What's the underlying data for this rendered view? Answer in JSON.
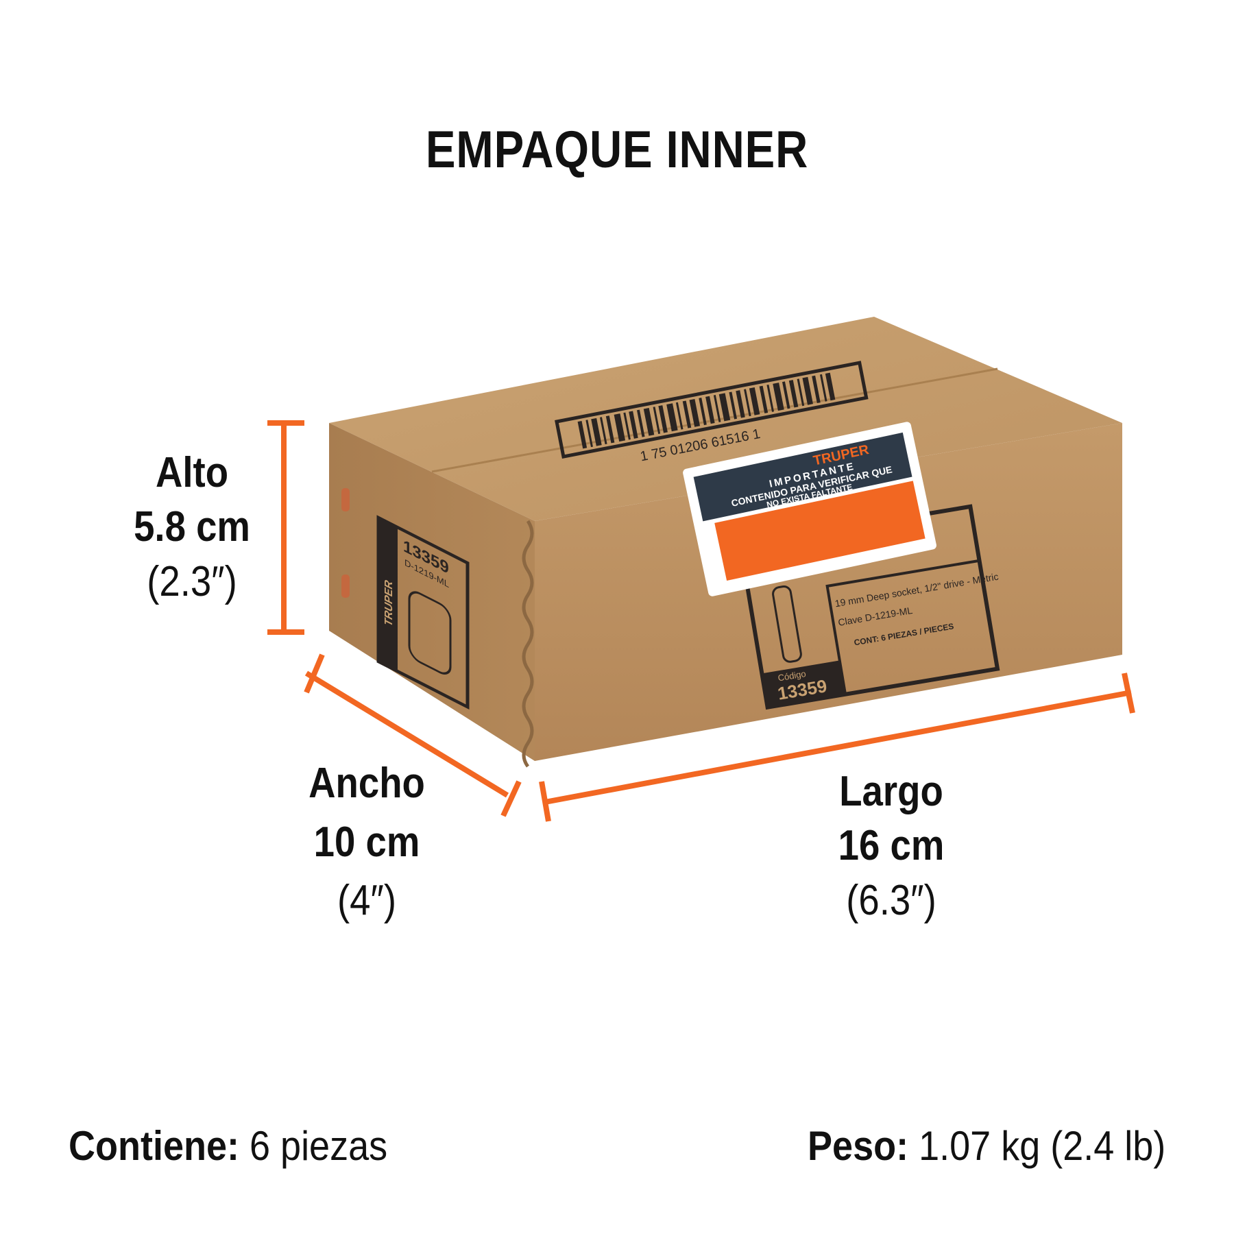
{
  "title": "EMPAQUE INNER",
  "dimensions": {
    "alto": {
      "label": "Alto",
      "metric": "5.8 cm",
      "imperial": "(2.3″)"
    },
    "ancho": {
      "label": "Ancho",
      "metric": "10 cm",
      "imperial": "(4″)"
    },
    "largo": {
      "label": "Largo",
      "metric": "16 cm",
      "imperial": "(6.3″)"
    }
  },
  "footer": {
    "contiene_label": "Contiene:",
    "contiene_value": "6 piezas",
    "peso_label": "Peso:",
    "peso_value": "1.07 kg (2.4 lb)"
  },
  "box": {
    "brand": "TRUPER",
    "sticker_title": "IMPORTANTE",
    "sticker_line1": "CONTENIDO PARA VERIFICAR QUE",
    "sticker_line2": "NO EXISTA FALTANTE",
    "side_code": "13359",
    "side_key": "D-1219-ML",
    "front_desc": "19 mm Deep socket, 1/2\" drive - Metric",
    "front_clave": "Clave  D-1219-ML",
    "front_cont": "CONT: 6 PIEZAS / PIECES",
    "front_codigo_label": "Código",
    "front_codigo": "13359",
    "barcode_digits": "1 75 01206 61516 1"
  },
  "colors": {
    "accent": "#F26722",
    "cardboard_top": "#C29A6B",
    "cardboard_front": "#B98D5E",
    "cardboard_side": "#A77B4E",
    "ink": "#2A2422",
    "text": "#111111"
  }
}
